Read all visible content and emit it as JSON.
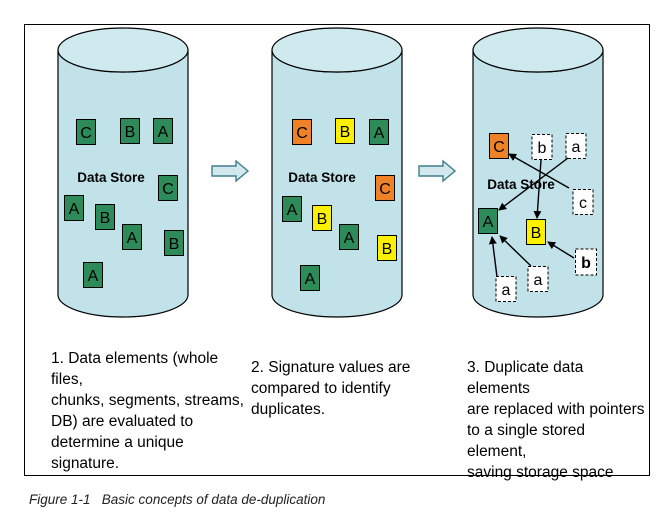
{
  "colors": {
    "cylinder_fill": "#c0e2e8",
    "cylinder_top": "#cfeaee",
    "green": "#2d8a59",
    "orange": "#ef8226",
    "yellow": "#fbf000",
    "arrow_fill": "#d2e8ec",
    "arrow_stroke": "#3d7f8f"
  },
  "store_label": "Data Store",
  "cylinders": [
    {
      "label": "Data Store",
      "blocks": [
        {
          "letter": "C",
          "style": "green"
        },
        {
          "letter": "B",
          "style": "green"
        },
        {
          "letter": "A",
          "style": "green"
        },
        {
          "letter": "C",
          "style": "green"
        },
        {
          "letter": "A",
          "style": "green"
        },
        {
          "letter": "B",
          "style": "green"
        },
        {
          "letter": "A",
          "style": "green"
        },
        {
          "letter": "B",
          "style": "green"
        },
        {
          "letter": "A",
          "style": "green"
        }
      ]
    },
    {
      "label": "Data Store",
      "blocks": [
        {
          "letter": "C",
          "style": "orange"
        },
        {
          "letter": "B",
          "style": "yellow"
        },
        {
          "letter": "A",
          "style": "green"
        },
        {
          "letter": "C",
          "style": "orange"
        },
        {
          "letter": "A",
          "style": "green"
        },
        {
          "letter": "B",
          "style": "yellow"
        },
        {
          "letter": "A",
          "style": "green"
        },
        {
          "letter": "B",
          "style": "yellow"
        },
        {
          "letter": "A",
          "style": "green"
        }
      ]
    },
    {
      "label": "Data Store",
      "blocks": [
        {
          "letter": "C",
          "style": "orange"
        },
        {
          "letter": "b",
          "style": "dashed"
        },
        {
          "letter": "a",
          "style": "dashed"
        },
        {
          "letter": "c",
          "style": "dashed"
        },
        {
          "letter": "A",
          "style": "green"
        },
        {
          "letter": "B",
          "style": "yellow"
        },
        {
          "letter": "b",
          "style": "dashed-bold"
        },
        {
          "letter": "a",
          "style": "dashed"
        },
        {
          "letter": "a",
          "style": "dashed"
        }
      ]
    }
  ],
  "steps": [
    "1. Data elements (whole files,\nchunks, segments, streams,\nDB) are evaluated to\ndetermine a unique signature.",
    "2. Signature values are\ncompared to identify duplicates.",
    "3. Duplicate data elements\nare replaced with pointers\nto a single stored element,\nsaving storage space"
  ],
  "caption": {
    "figure_number": "Figure 1-1",
    "title": "Basic concepts of data de-duplication"
  }
}
